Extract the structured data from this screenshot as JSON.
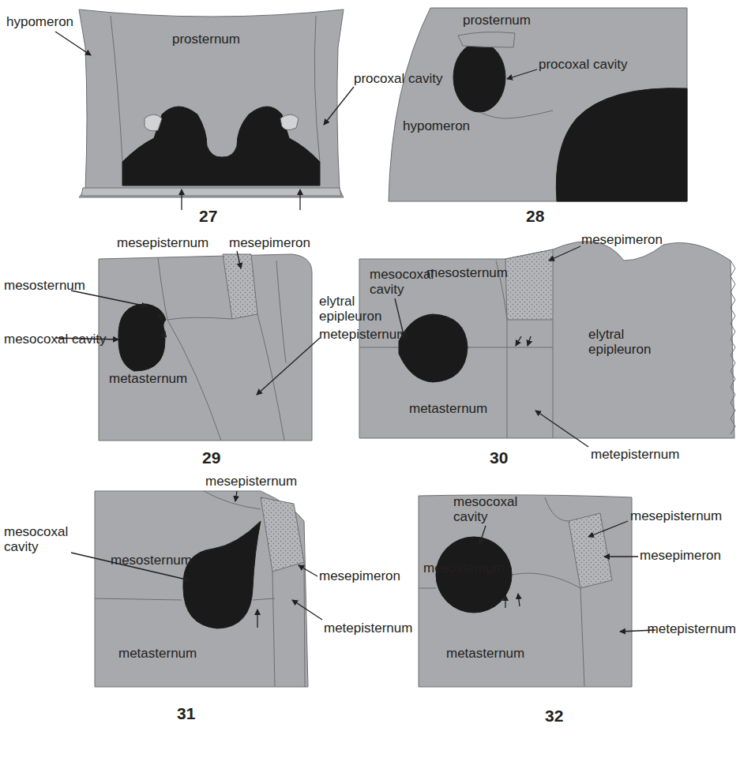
{
  "diagram": {
    "labels": [
      "hypomeron",
      "prosternum",
      "procoxal cavity",
      "27",
      "prosternum",
      "procoxal cavity",
      "hypomeron",
      "28",
      "mesepisternum",
      "mesepimeron",
      "mesosternum",
      "elytral epipleuron",
      "mesocoxal cavity",
      "metepisternum",
      "metasternum",
      "29",
      "mesocoxal cavity",
      "mesosternum",
      "mesepimeron",
      "elytral epipleuron",
      "metasternum",
      "30",
      "metepisternum",
      "mesepisternum",
      "mesocoxal cavity",
      "mesosternum",
      "mesepimeron",
      "metepisternum",
      "metasternum",
      "31",
      "mesocoxal cavity",
      "mesepisternum",
      "mesepimeron",
      "mesosternum",
      "metepisternum",
      "metasternum",
      "32"
    ]
  }
}
